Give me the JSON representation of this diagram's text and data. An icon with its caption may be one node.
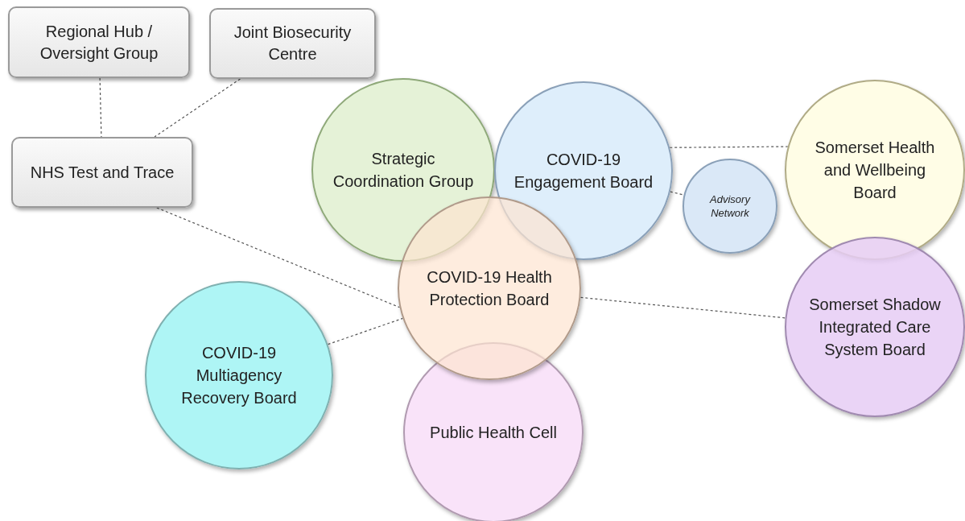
{
  "diagram": {
    "nodes": [
      {
        "text": [
          "Regional Hub / Oversight Group"
        ]
      },
      {
        "text": [
          "Joint Biosecurity Centre"
        ]
      },
      {
        "text": [
          "NHS Test and Trace"
        ]
      },
      {
        "text": [
          "Strategic Coordination Group"
        ]
      },
      {
        "text": [
          "COVID-19 Engagement Board"
        ]
      },
      {
        "text": [
          "Advisory Network"
        ]
      },
      {
        "text": [
          "Somerset Health and Wellbeing Board"
        ]
      },
      {
        "text": [
          "COVID-19 Health Protection Board"
        ]
      },
      {
        "text": [
          "COVID-19 Multiagency Recovery Board"
        ]
      },
      {
        "text": [
          "Public Health Cell"
        ]
      },
      {
        "text": [
          "Somerset Shadow Integrated Care System Board"
        ]
      }
    ],
    "edges": [
      {
        "from": 0,
        "to": 2,
        "arrow": "none",
        "style": "dashed"
      },
      {
        "from": 1,
        "to": 2,
        "arrow": "none",
        "style": "dashed"
      },
      {
        "from": 2,
        "to": 7,
        "arrow": "none",
        "style": "dashed"
      },
      {
        "from": 4,
        "to": 6,
        "arrow": "none",
        "style": "dashed"
      },
      {
        "from": 4,
        "to": 5,
        "arrow": "none",
        "style": "dashed"
      },
      {
        "from": 7,
        "to": 10,
        "arrow": "none",
        "style": "dashed"
      },
      {
        "from": 8,
        "to": 7,
        "arrow": "none",
        "style": "dashed"
      }
    ]
  }
}
